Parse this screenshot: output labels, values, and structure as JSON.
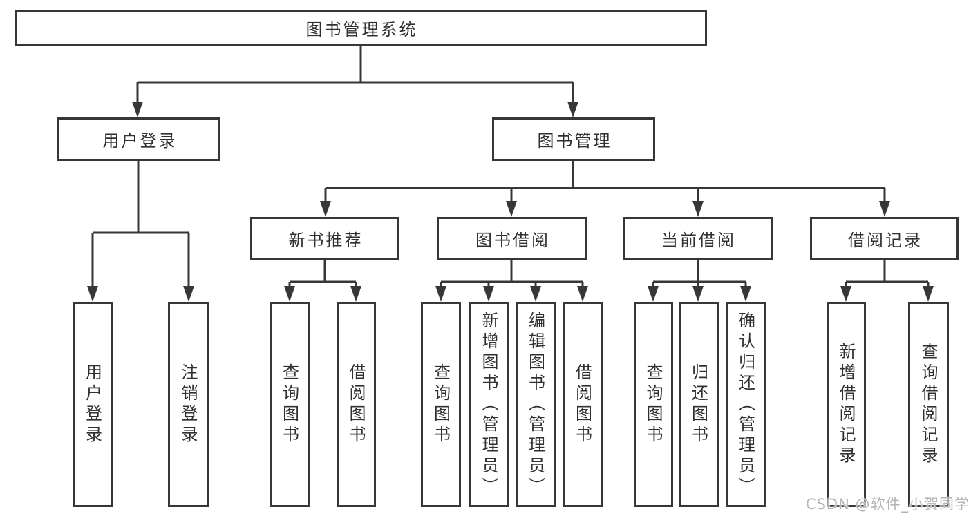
{
  "diagram": {
    "root": {
      "label": "图书管理系统"
    },
    "branches": [
      {
        "label": "用户登录",
        "children": [
          {
            "label": "用户登录"
          },
          {
            "label": "注销登录"
          }
        ]
      },
      {
        "label": "图书管理",
        "children": [
          {
            "label": "新书推荐",
            "children": [
              {
                "label": "查询图书"
              },
              {
                "label": "借阅图书"
              }
            ]
          },
          {
            "label": "图书借阅",
            "children": [
              {
                "label": "查询图书"
              },
              {
                "label": "新增图书（管理员）"
              },
              {
                "label": "编辑图书（管理员）"
              },
              {
                "label": "借阅图书"
              }
            ]
          },
          {
            "label": "当前借阅",
            "children": [
              {
                "label": "查询图书"
              },
              {
                "label": "归还图书"
              },
              {
                "label": "确认归还（管理员）"
              }
            ]
          },
          {
            "label": "借阅记录",
            "children": [
              {
                "label": "新增借阅记录"
              },
              {
                "label": "查询借阅记录"
              }
            ]
          }
        ]
      }
    ]
  },
  "watermark": {
    "text": "CSDN @软件_小贺同学"
  },
  "colors": {
    "box_border": "#373737",
    "connector_line": "#373737",
    "text": "#303030",
    "watermark_text": "#b4b4b4",
    "background": "#ffffff"
  }
}
